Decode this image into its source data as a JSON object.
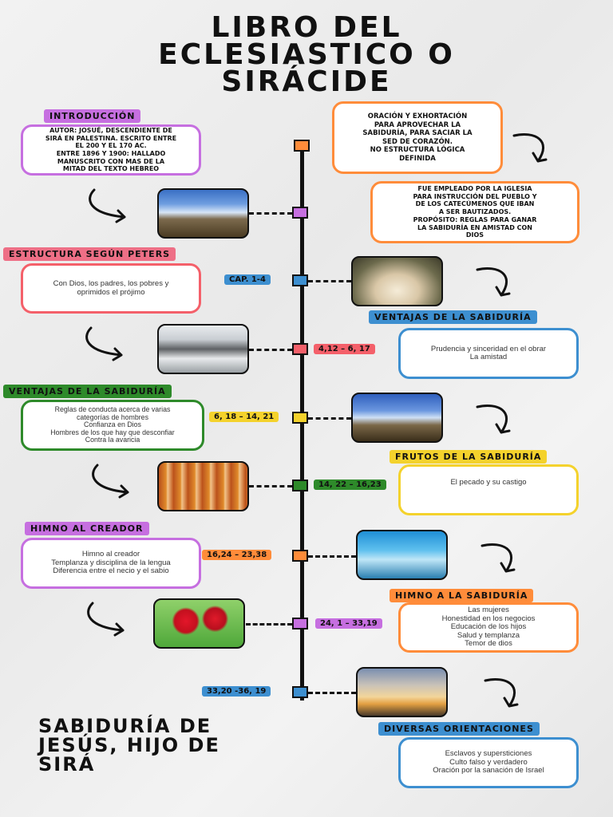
{
  "title_lines": [
    "LIBRO DEL",
    "ECLESIASTICO O",
    "SIRÁCIDE"
  ],
  "subtitle_lines": [
    "SABIDURÍA DE",
    "JESÚS, HIJO DE",
    "SIRÁ"
  ],
  "colors": {
    "purple": "#c66fe0",
    "orange": "#ff8c3a",
    "red": "#f4606a",
    "blue": "#3d8fd0",
    "green": "#2e8a2a",
    "yellow": "#f4d22c",
    "pink": "#ee6f86"
  },
  "sections": {
    "intro": {
      "tag": "INTRODUCCIÓN",
      "text": "AUTOR: JOSUÉ, DESCENDIENTE DE\nSIRÁ EN PALESTINA. ESCRITO ENTRE\nEL 200 Y EL 170 AC.\nENTRE 1896 Y 1900: HALLADO\nMANUSCRITO CON MAS DE LA\nMITAD DEL TEXTO HEBREO"
    },
    "oracion": {
      "text": "ORACIÓN Y EXHORTACIÓN\nPARA APROVECHAR LA\nSABIDURÍA, PARA SACIAR LA\nSED DE CORAZÓN.\nNO ESTRUCTURA LÓGICA\nDEFINIDA"
    },
    "empleado": {
      "text": "FUE EMPLEADO POR LA IGLESIA\nPARA INSTRUCCIÓN DEL PUEBLO Y\nDE LOS CATECÚMENOS QUE IBAN\nA SER BAUTIZADOS.\nPROPÓSITO: REGLAS PARA GANAR\nLA SABIDURÍA EN AMISTAD CON\nDIOS"
    },
    "estructura": {
      "tag": "ESTRUCTURA SEGÚN PETERS",
      "ref": "CAP. 1-4",
      "text": "Con Dios, los padres, los pobres y\noprimidos el prójimo"
    },
    "ventajas1": {
      "tag": "VENTAJAS DE LA SABIDURÍA",
      "ref": "4,12 – 6, 17",
      "text": "Prudencia y sinceridad en el obrar\nLa amistad"
    },
    "ventajas2": {
      "tag": "VENTAJAS DE LA SABIDURÍA",
      "ref": "6, 18 – 14, 21",
      "text": "Reglas de conducta acerca de varias\ncategorías de hombres\nConfianza en Dios\nHombres de los que hay que desconfiar\nContra la avaricia"
    },
    "frutos": {
      "tag": "FRUTOS DE LA SABIDURÍA",
      "ref": "14, 22 – 16,23",
      "text": "El pecado y su castigo"
    },
    "himno_creador": {
      "tag": "HIMNO AL CREADOR",
      "ref": "16,24 – 23,38",
      "text": "Himno al creador\nTemplanza y disciplina de la lengua\nDiferencia entre el necio y el sabio"
    },
    "himno_sabiduria": {
      "tag": "HIMNO A LA SABIDURÍA",
      "ref": "24, 1 – 33,19",
      "text": "Las mujeres\nHonestidad en los negocios\nEducación de los hijos\nSalud y templanza\nTemor de dios"
    },
    "diversas": {
      "tag": "DIVERSAS ORIENTACIONES",
      "ref": "33,20 -36, 19",
      "text": "Esclavos y supersticiones\nCulto falso y verdadero\nOración por la sanación de Israel"
    }
  },
  "icons": {
    "arrow": "curved-arrow-icon"
  }
}
